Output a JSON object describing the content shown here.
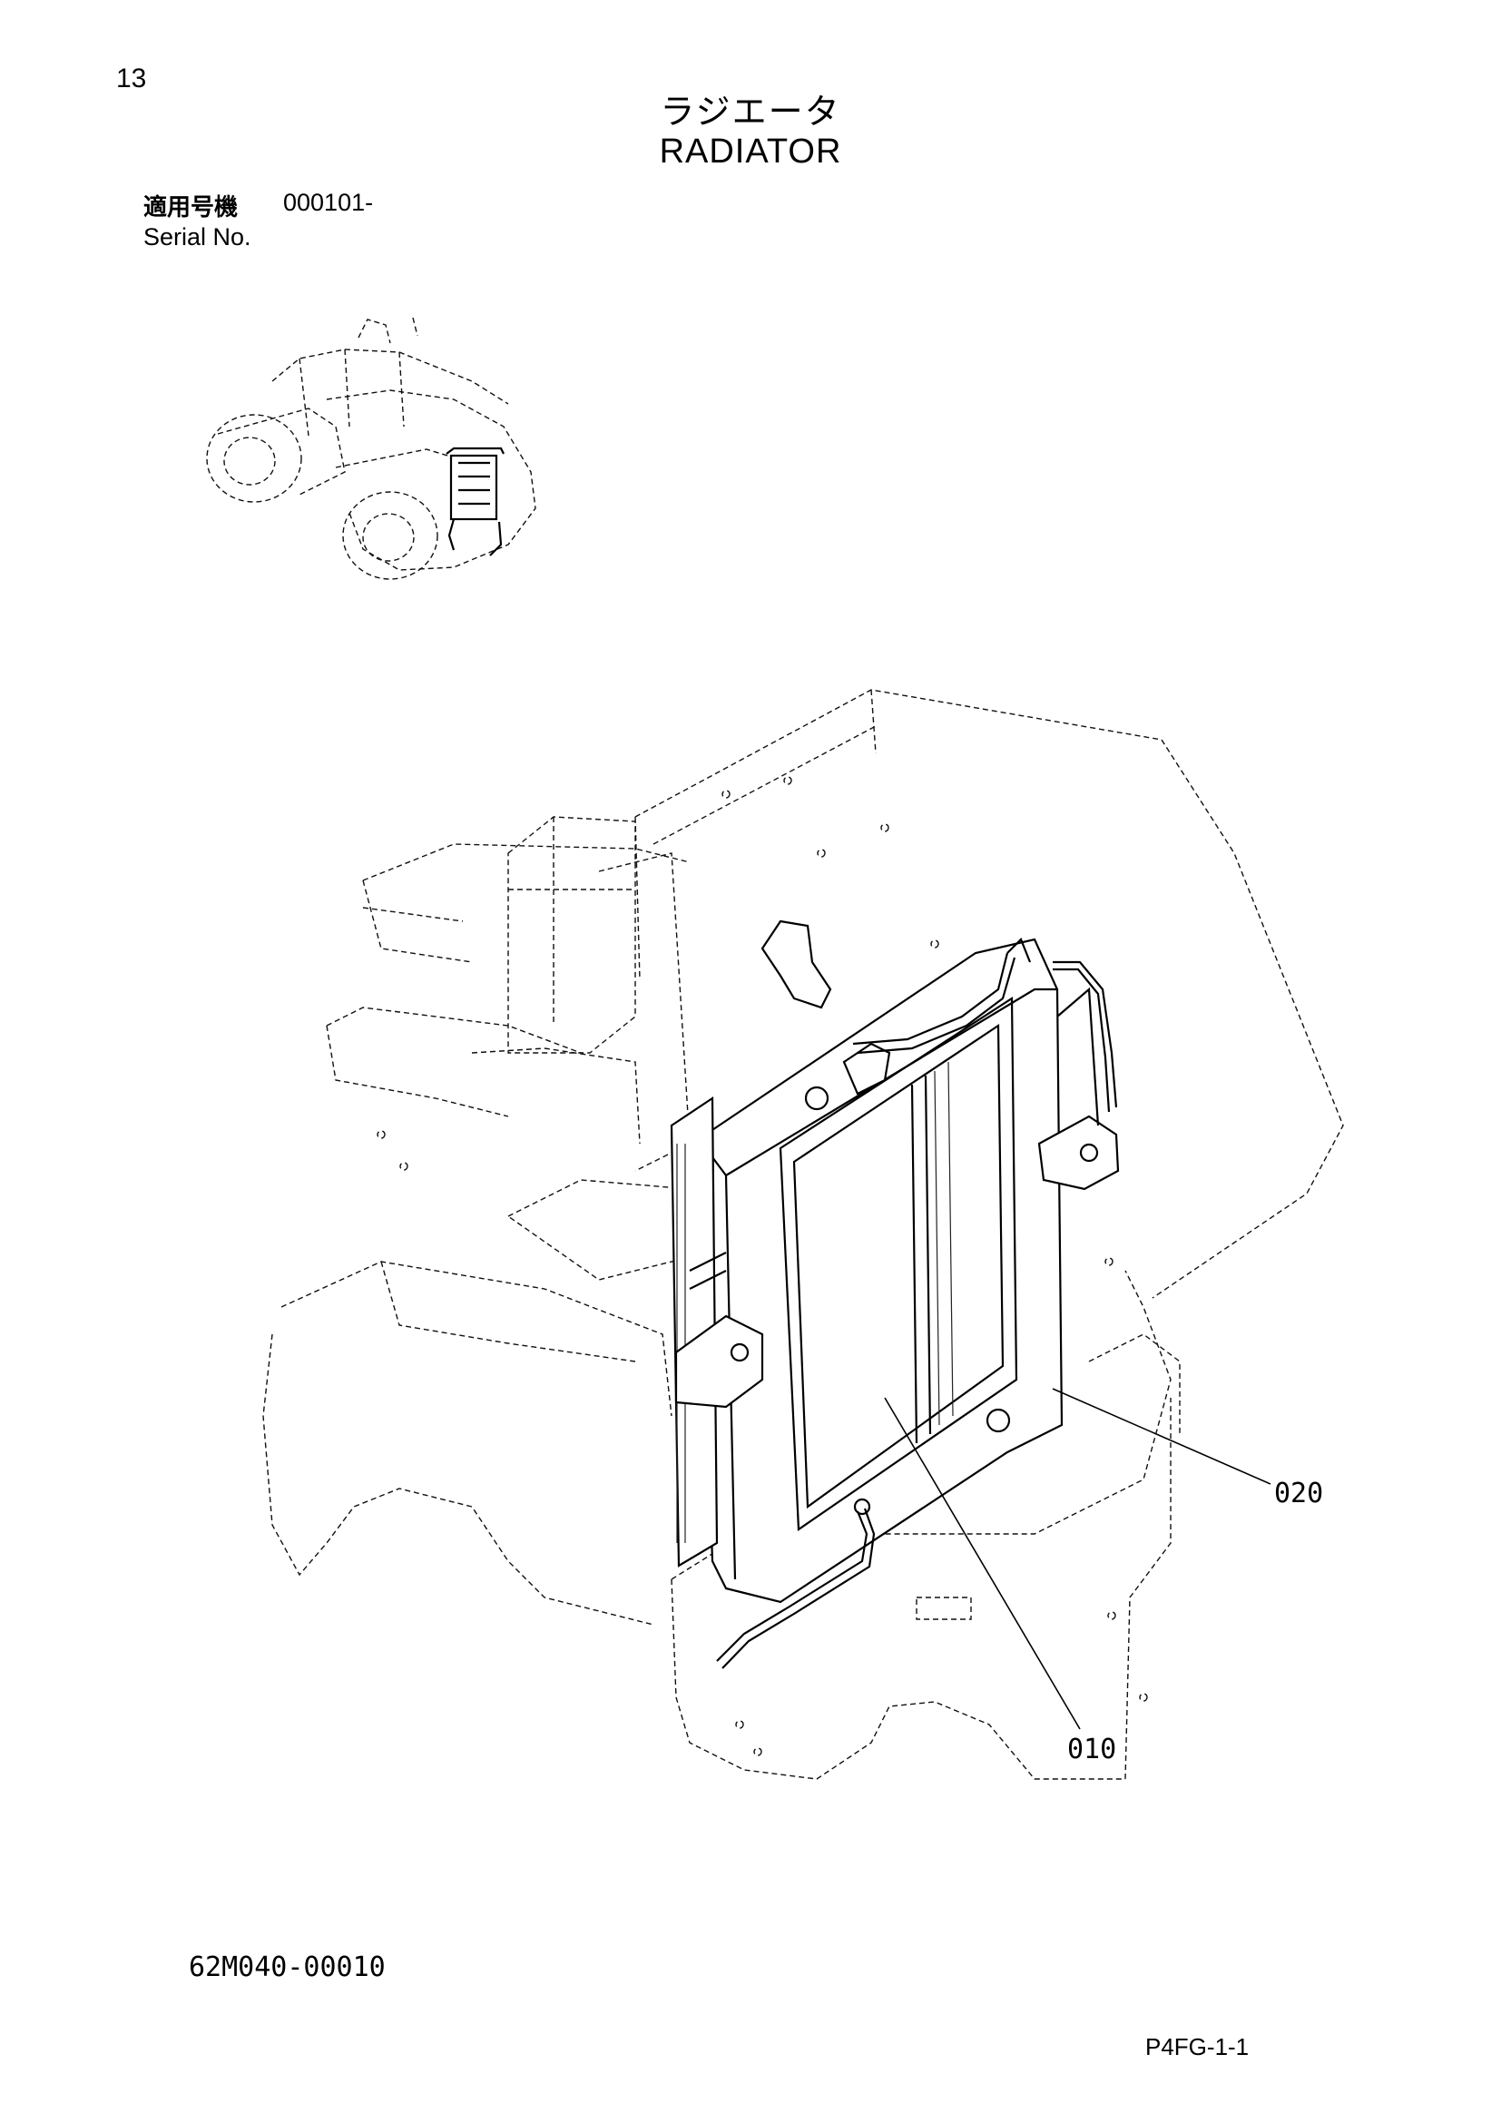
{
  "header": {
    "page_number": "13",
    "title_jp": "ラジエータ",
    "title_en": "RADIATOR"
  },
  "serial": {
    "label_jp": "適用号機",
    "value": "000101-",
    "label_en": "Serial No."
  },
  "callouts": {
    "part_010": "010",
    "part_020": "020"
  },
  "footer": {
    "drawing_number": "62M040-00010",
    "page_code": "P4FG-1-1"
  }
}
